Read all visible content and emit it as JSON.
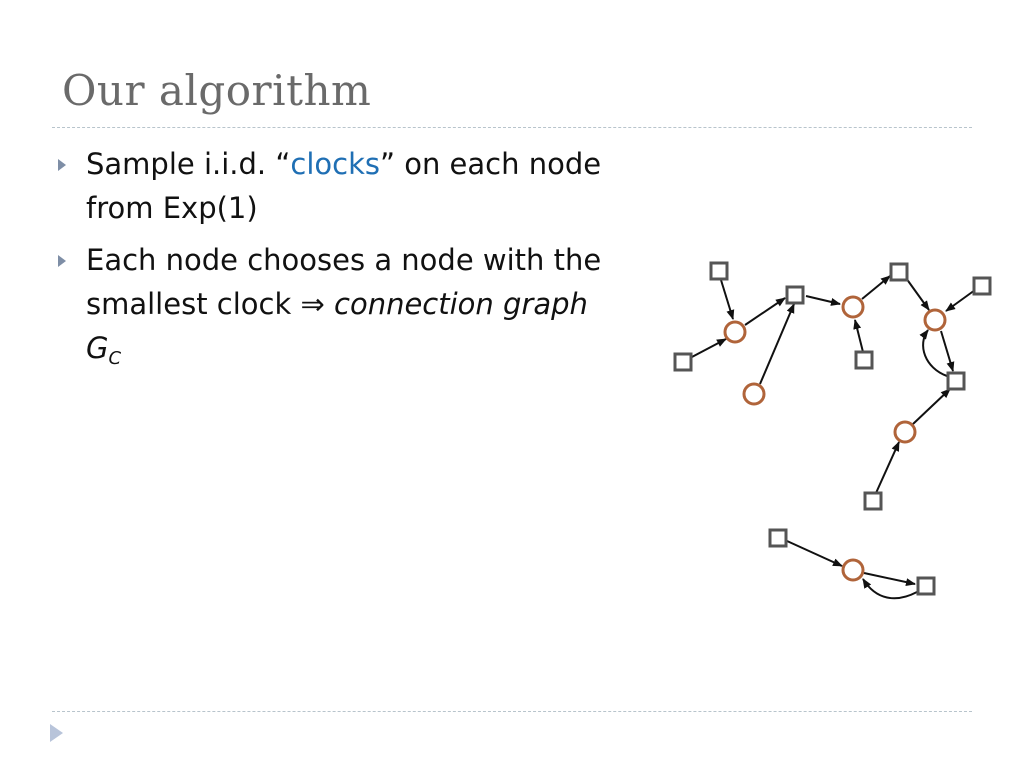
{
  "title": "Our algorithm",
  "bullets": [
    {
      "before": "Sample i.i.d. “",
      "highlight": "clocks",
      "after": "” on each node from Exp(1)"
    },
    {
      "text": "Each node chooses a node with the smallest clock ⇒ ",
      "italic": "connection graph G",
      "subscript": "C"
    }
  ],
  "colors": {
    "title": "#6a6a6a",
    "highlight": "#1f6fb4",
    "circle_node": "#b0643a",
    "square_node": "#555555",
    "edge": "#111111",
    "divider": "#b8c4cc",
    "bullet_marker": "#7e8ea6"
  }
}
